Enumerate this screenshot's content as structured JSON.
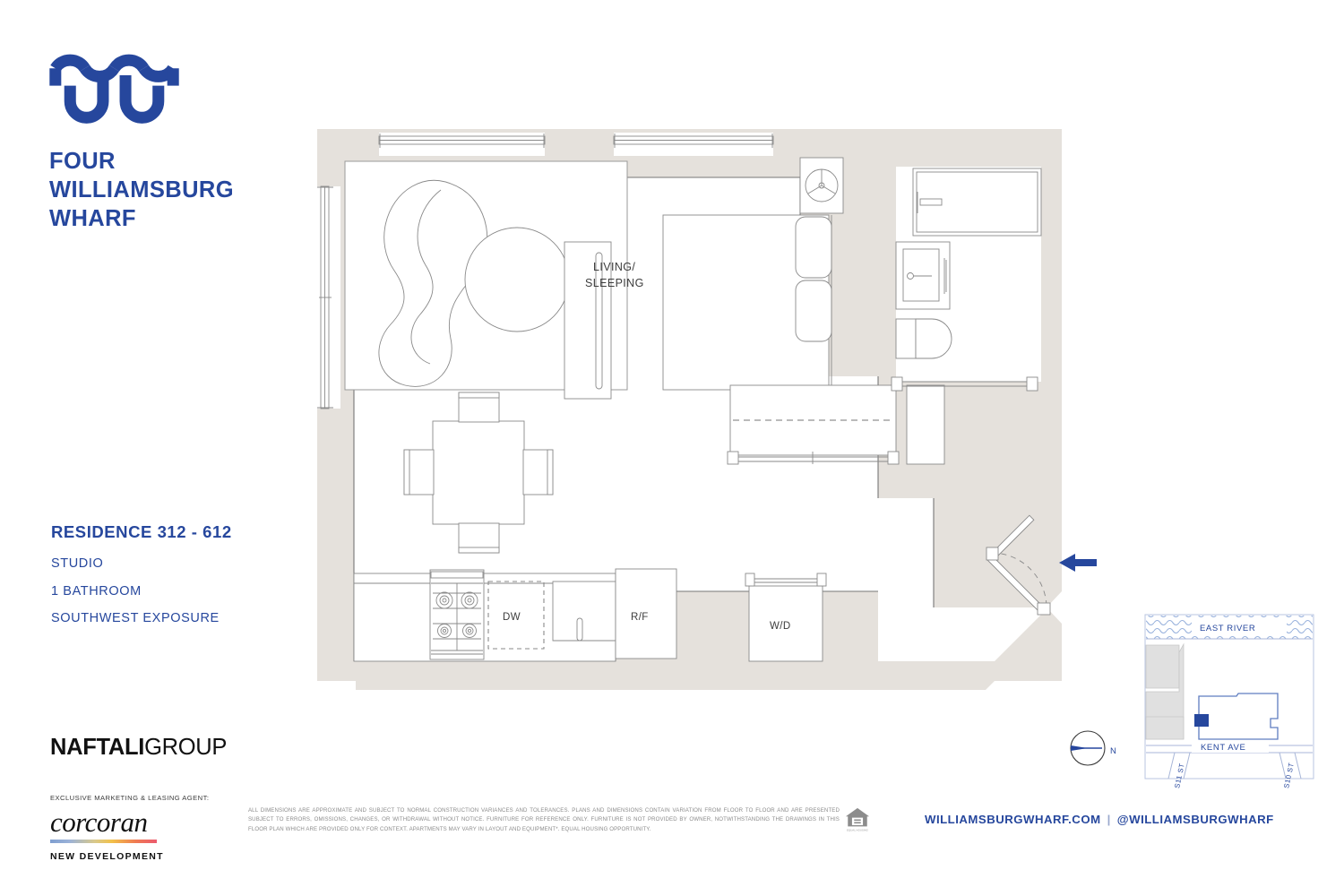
{
  "brand": {
    "logo_icon": "wave-w-monogram",
    "name_lines": [
      "FOUR",
      "WILLIAMSBURG",
      "WHARF"
    ],
    "navy": "#26479d"
  },
  "residence": {
    "title": "RESIDENCE 312 - 612",
    "details": [
      "STUDIO",
      "1 BATHROOM",
      "SOUTHWEST EXPOSURE"
    ]
  },
  "developer": {
    "name_bold": "NAFTALI",
    "name_light": "GROUP"
  },
  "agent": {
    "exclusive_label": "EXCLUSIVE MARKETING & LEASING AGENT:",
    "logo_word": "corcoran",
    "subtitle": "NEW DEVELOPMENT"
  },
  "disclaimer": {
    "text": "ALL DIMENSIONS ARE APPROXIMATE AND SUBJECT TO NORMAL CONSTRUCTION VARIANCES AND TOLERANCES. PLANS AND DIMENSIONS CONTAIN VARIATION FROM FLOOR TO FLOOR AND ARE PRESENTED SUBJECT TO ERRORS, OMISSIONS, CHANGES, OR WITHDRAWAL WITHOUT NOTICE. FURNITURE FOR REFERENCE ONLY. FURNITURE IS NOT PROVIDED BY OWNER, NOTWITHSTANDING THE DRAWINGS IN THIS FLOOR PLAN WHICH ARE PROVIDED ONLY FOR CONTEXT. APARTMENTS MAY VARY IN LAYOUT AND EQUIPMENT*. EQUAL HOUSING OPPORTUNITY.",
    "eho_icon": "equal-housing-opportunity-icon"
  },
  "footer_links": {
    "website": "WILLIAMSBURGWHARF.COM",
    "separator": "|",
    "social": "@WILLIAMSBURGWHARF"
  },
  "floorplan": {
    "room_label": "LIVING/\nSLEEPING",
    "room_label_line1": "LIVING/",
    "room_label_line2": "SLEEPING",
    "appliances": {
      "dishwasher": "DW",
      "refrigerator": "R/F",
      "washer_dryer": "W/D"
    },
    "wall_fill": "#e5e1dc",
    "line_color": "#6f6f6f",
    "entry_arrow_color": "#26479d",
    "fixtures": [
      "range-4-burner",
      "dishwasher",
      "kitchen-sink",
      "refrigerator",
      "washer-dryer",
      "bathtub",
      "bathroom-sink",
      "toilet",
      "queen-bed",
      "two-nightstands-with-lamps",
      "sofa",
      "round-side-table",
      "area-rug",
      "console-table",
      "dining-table-4-chairs",
      "closet-sliding-doors"
    ],
    "openings": [
      "window-north-left",
      "window-north-right",
      "window-west",
      "entry-door-swing"
    ]
  },
  "minimap": {
    "river_label": "EAST RIVER",
    "avenue_label": "KENT AVE",
    "street_left": "S11 ST",
    "street_right": "S10 ST",
    "compass_label": "N",
    "compass_icon": "compass-rose",
    "highlight_color": "#26479d"
  }
}
